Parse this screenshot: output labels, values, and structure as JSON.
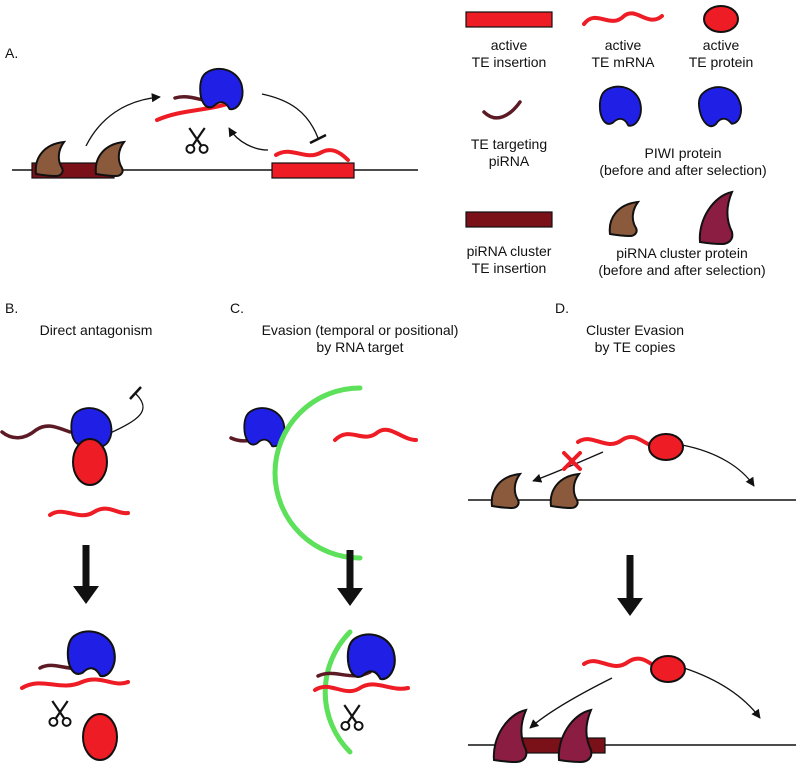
{
  "panel_labels": {
    "a": "A.",
    "b": "B.",
    "c": "C.",
    "d": "D."
  },
  "legend": {
    "active_te_insertion": {
      "line1": "active",
      "line2": "TE insertion"
    },
    "active_te_mrna": {
      "line1": "active",
      "line2": "TE mRNA"
    },
    "active_te_protein": {
      "line1": "active",
      "line2": "TE protein"
    },
    "te_targeting_pirna": {
      "line1": "TE targeting",
      "line2": "piRNA"
    },
    "piwi_protein": {
      "line1": "PIWI protein",
      "line2": "(before and after selection)"
    },
    "pirna_cluster_te_insertion": {
      "line1": "piRNA cluster",
      "line2": "TE insertion"
    },
    "pirna_cluster_protein": {
      "line1": "piRNA cluster protein",
      "line2": "(before and after selection)"
    }
  },
  "panels": {
    "b": {
      "line1": "Direct antagonism",
      "line2": ""
    },
    "c": {
      "line1": "Evasion (temporal or positional)",
      "line2": "by RNA target"
    },
    "d": {
      "line1": "Cluster Evasion",
      "line2": "by TE copies"
    }
  },
  "colors": {
    "te_red": "#ee1c24",
    "pirna_maroon": "#5c1a24",
    "cluster_dark_red": "#7a1018",
    "piwi_blue": "#1f1fe6",
    "cluster_protein_brown": "#8b5a3c",
    "cluster_protein_selected": "#8b1d42",
    "evasion_green": "#5de05a",
    "outline": "#111111"
  },
  "icons": [
    "scissors-icon",
    "inhibition-bar-icon",
    "x-mark-icon",
    "down-arrow-icon"
  ]
}
